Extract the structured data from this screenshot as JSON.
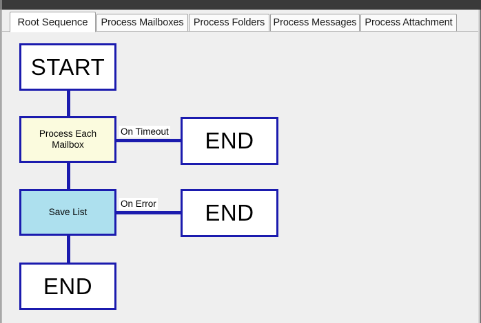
{
  "window": {
    "title_strip_color": "#3a3a3a",
    "canvas_background": "#efefef"
  },
  "tabs": {
    "selected_index": 0,
    "items": [
      {
        "label": "Root Sequence",
        "active": true
      },
      {
        "label": "Process Mailboxes",
        "active": false
      },
      {
        "label": "Process Folders",
        "active": false
      },
      {
        "label": "Process Messages",
        "active": false
      },
      {
        "label": "Process Attachment",
        "active": false
      }
    ]
  },
  "diagram": {
    "node_border_color": "#1b1bae",
    "connector_color": "#1b1bae",
    "nodes": [
      {
        "id": "start",
        "label": "START",
        "fill": "#ffffff",
        "fill_name": "white"
      },
      {
        "id": "process",
        "label": "Process Each Mailbox",
        "fill": "#fbfbde",
        "fill_name": "cream"
      },
      {
        "id": "end-timeout",
        "label": "END",
        "fill": "#ffffff",
        "fill_name": "white"
      },
      {
        "id": "save-list",
        "label": "Save List",
        "fill": "#ade0ee",
        "fill_name": "light-blue"
      },
      {
        "id": "end-error",
        "label": "END",
        "fill": "#ffffff",
        "fill_name": "white"
      },
      {
        "id": "end-final",
        "label": "END",
        "fill": "#ffffff",
        "fill_name": "white"
      }
    ],
    "node_labels": {
      "start": "START",
      "process_line1": "Process Each",
      "process_line2": "Mailbox",
      "end_timeout": "END",
      "save_list": "Save List",
      "end_error": "END",
      "end_final": "END"
    },
    "edge_labels": {
      "on_timeout": "On Timeout",
      "on_error": "On Error"
    }
  }
}
